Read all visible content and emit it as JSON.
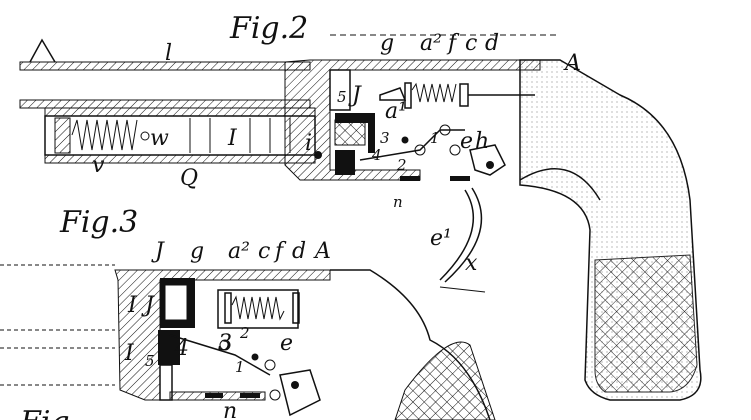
{
  "figure2": {
    "title": "Fig.2",
    "labels": [
      "l",
      "g",
      "a²",
      "f",
      "c",
      "d",
      "A",
      "5",
      "J",
      "a¹",
      "w",
      "I",
      "i",
      "3",
      "1",
      "e",
      "h",
      "v",
      "4",
      "2",
      "Q",
      "n",
      "e¹",
      "x"
    ]
  },
  "figure3": {
    "title": "Fig.3",
    "labels": [
      "J",
      "g",
      "a²",
      "c",
      "f",
      "d",
      "A",
      "I",
      "J",
      "4",
      "3",
      "2",
      "e",
      "I",
      "5",
      "1",
      "n"
    ]
  },
  "figure_partial": {
    "title": "Fig."
  },
  "colors": {
    "ink": "#111111",
    "paper": "#ffffff"
  }
}
